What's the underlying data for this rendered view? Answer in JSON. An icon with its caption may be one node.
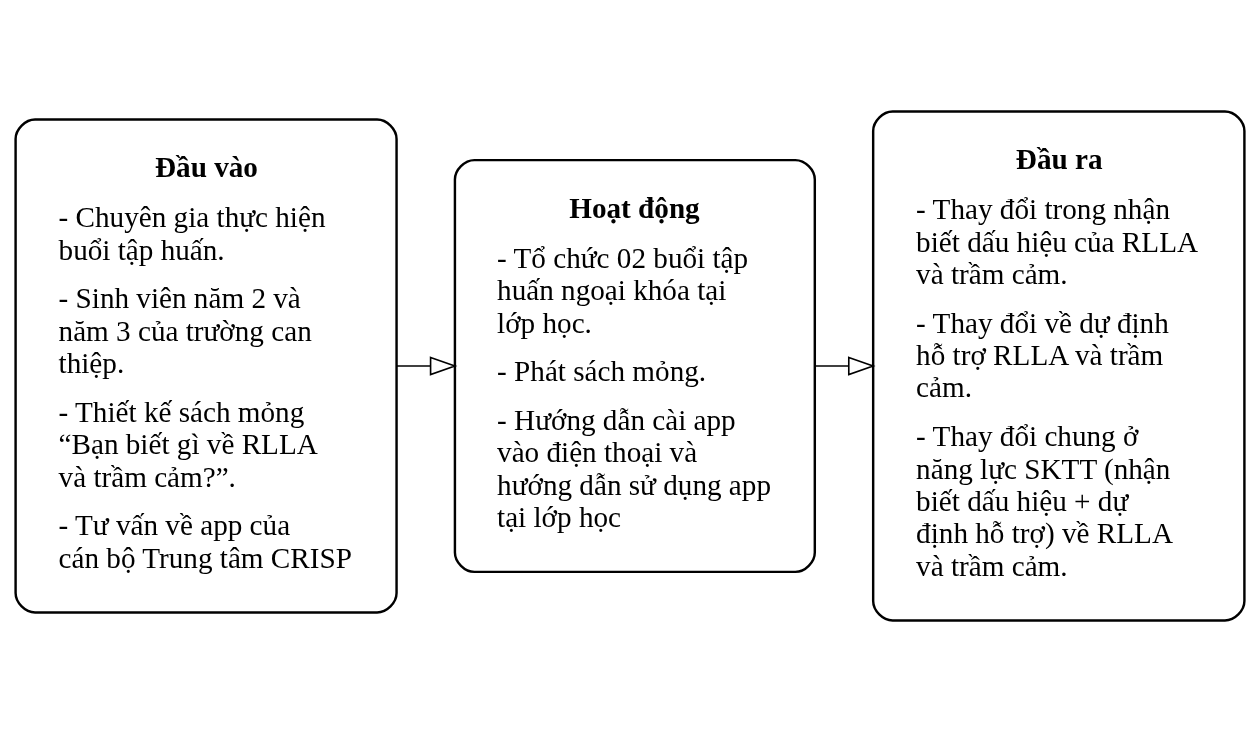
{
  "diagram": {
    "nodes": [
      {
        "text": [
          "Đầu vào",
          "- Chuyên gia thực hiện buổi tập huấn.",
          "- Sinh viên năm 2 và năm 3 của trường can thiệp.",
          "- Thiết kế sách mỏng “Bạn biết gì về RLLA và trầm cảm?”.",
          "- Tư vấn về app của cán bộ Trung tâm CRISP"
        ]
      },
      {
        "text": [
          "Hoạt động",
          "- Tổ chức 02 buổi tập huấn ngoại khóa tại lớp học.",
          "- Phát sách mỏng.",
          "- Hướng dẫn cài app vào điện thoại và hướng dẫn sử dụng app tại lớp học"
        ]
      },
      {
        "text": [
          "Đầu ra",
          "- Thay đổi trong nhận biết dấu hiệu của RLLA và trầm cảm.",
          "- Thay đổi về dự định hỗ trợ RLLA và trầm cảm.",
          "- Thay đổi chung ở năng lực SKTT (nhận biết dấu hiệu + dự định hỗ trợ) về RLLA và trầm cảm."
        ]
      }
    ],
    "edges": [
      {
        "from": 0,
        "to": 1,
        "arrow": "to"
      },
      {
        "from": 1,
        "to": 2,
        "arrow": "to"
      }
    ]
  }
}
